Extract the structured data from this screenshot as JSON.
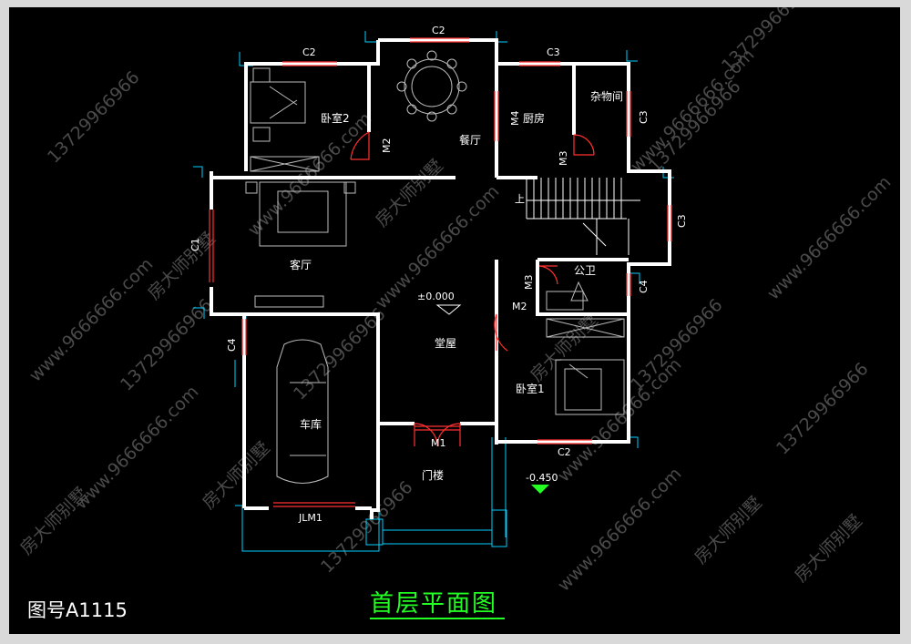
{
  "sheet_number": "图号A1115",
  "title": "首层平面图",
  "rooms": {
    "bedroom2": "卧室2",
    "dining": "餐厅",
    "kitchen": "厨房",
    "storage": "杂物间",
    "living": "客厅",
    "hall": "堂屋",
    "bedroom1": "卧室1",
    "garage": "车库",
    "porch": "门楼",
    "bathroom": "公卫"
  },
  "doors": {
    "m1": "M1",
    "m2_dining": "M2",
    "m2_bedroom1": "M2",
    "m3_storage": "M3",
    "m3_bath": "M3",
    "m4": "M4",
    "jlm1": "JLM1"
  },
  "windows": {
    "c1": "C1",
    "c2_top": "C2",
    "c2_bed2": "C2",
    "c2_bed1": "C2",
    "c3_top": "C3",
    "c3_storage": "C3",
    "c3_stair": "C3",
    "c4_garage": "C4",
    "c4_bath": "C4"
  },
  "stair_label": "上",
  "elevations": {
    "floor": "±0.000",
    "outdoor": "-0.450"
  },
  "watermark": {
    "phone": "13729966966",
    "site": "www.9666666.com",
    "brand": "房大师别墅"
  },
  "colors": {
    "wall": "#ffffff",
    "window": "#ff3030",
    "dimension": "#00d0ff",
    "title": "#22ff22",
    "background": "#000000"
  }
}
